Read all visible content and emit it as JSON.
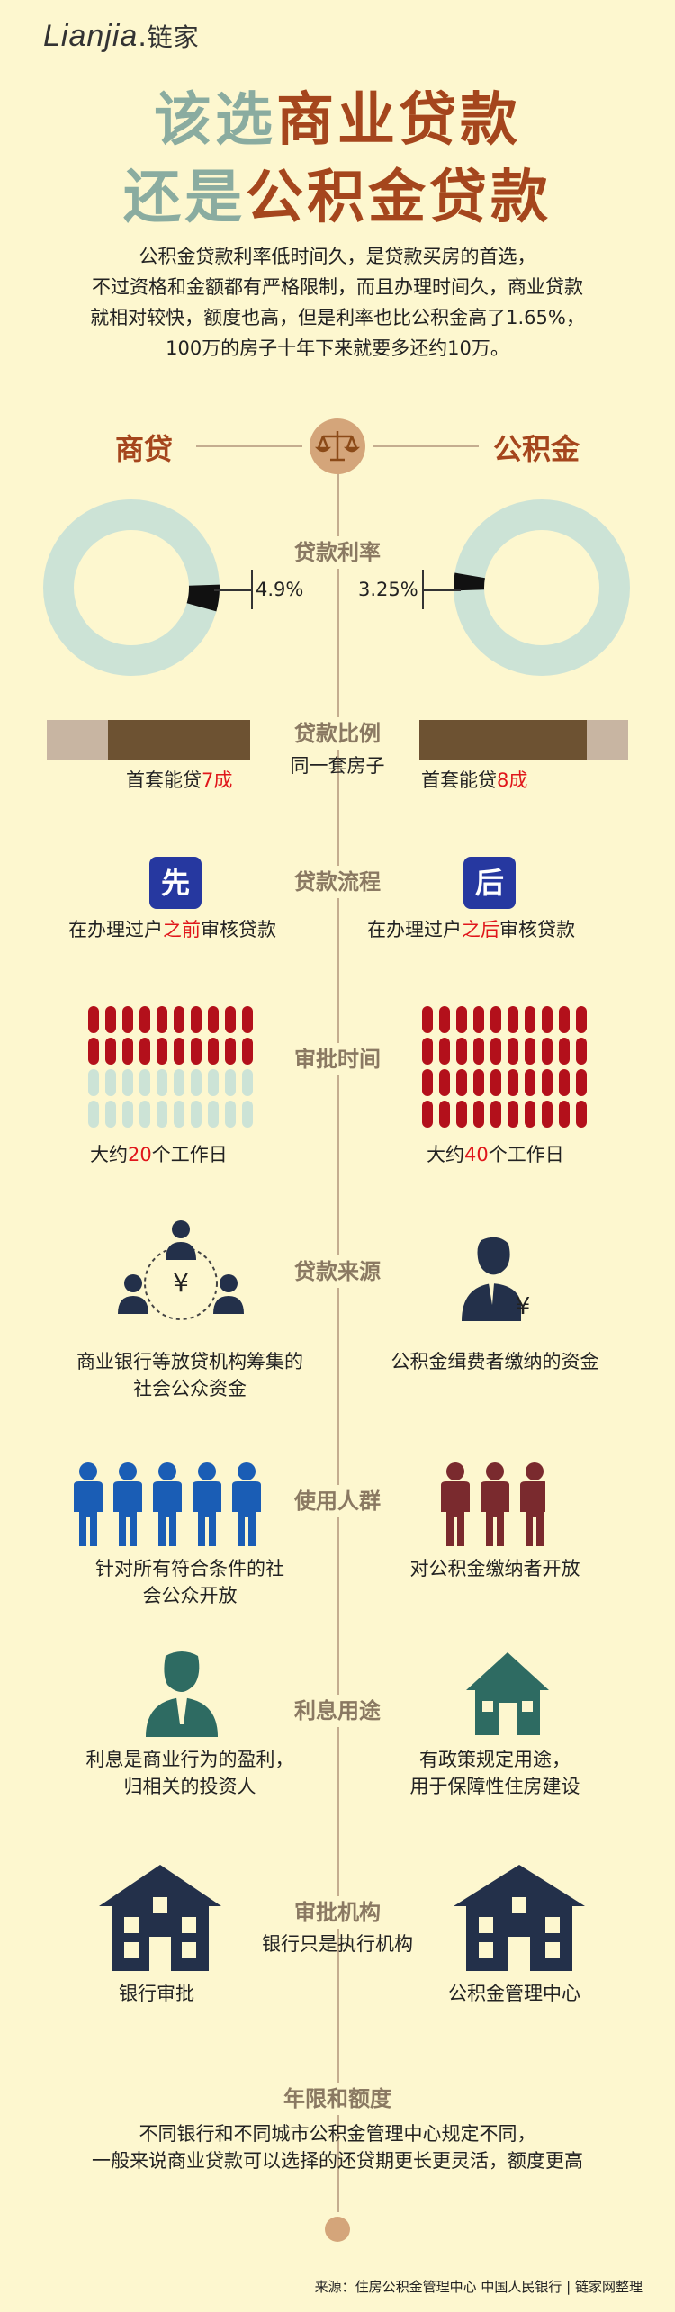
{
  "brand": {
    "logo_text": "Lianjia",
    "logo_cn": "链家"
  },
  "title": {
    "line1_gray": "该选",
    "line1_brown": "商业贷款",
    "line2_gray": "还是",
    "line2_brown": "公积金贷款"
  },
  "intro": [
    "公积金贷款利率低时间久，是贷款买房的首选，",
    "不过资格和金额都有严格限制，而且办理时间久，商业贷款",
    "就相对较快，额度也高，但是利率也比公积金高了1.65%，",
    "100万的房子十年下来就要多还约10万。"
  ],
  "columns": {
    "left": "商贷",
    "right": "公积金"
  },
  "colors": {
    "background": "#fdf7cf",
    "brown": "#a5461d",
    "ring": "#cce3d6",
    "red": "#e0161b",
    "navy": "#2638a0",
    "teal": "#2e6b62",
    "blue": "#1a5db5",
    "maroon": "#7a2a2e",
    "dark": "#23304a"
  },
  "rate": {
    "section": "贷款利率",
    "left_value": "4.9%",
    "right_value": "3.25%",
    "left_fraction": 0.049,
    "right_fraction": 0.0325
  },
  "ratio": {
    "section": "贷款比例",
    "middle": "同一套房子",
    "left_prefix": "首套能贷",
    "left_highlight": "7成",
    "left_fraction": 0.7,
    "right_prefix": "首套能贷",
    "right_highlight": "8成",
    "right_fraction": 0.8
  },
  "process": {
    "section": "贷款流程",
    "left_badge": "先",
    "right_badge": "后",
    "left_prefix": "在办理过户",
    "left_highlight": "之前",
    "left_suffix": "审核贷款",
    "right_prefix": "在办理过户",
    "right_highlight": "之后",
    "right_suffix": "审核贷款"
  },
  "approval": {
    "section": "审批时间",
    "left_prefix": "大约",
    "left_highlight": "20",
    "left_suffix": "个工作日",
    "left_days": 20,
    "right_prefix": "大约",
    "right_highlight": "40",
    "right_suffix": "个工作日",
    "right_days": 40
  },
  "source": {
    "section": "贷款来源",
    "left_icon": "people-network-yen-icon",
    "right_icon": "person-yen-icon",
    "left_line1": "商业银行等放贷机构筹集的",
    "left_line2": "社会公众资金",
    "right_text": "公积金缉费者缴纳的资金"
  },
  "users": {
    "section": "使用人群",
    "left_line1": "针对所有符合条件的社",
    "left_line2": "会公众开放",
    "right_text": "对公积金缴纳者开放"
  },
  "interest": {
    "section": "利息用途",
    "left_line1": "利息是商业行为的盈利，",
    "left_line2": "归相关的投资人",
    "right_line1": "有政策规定用途，",
    "right_line2": "用于保障性住房建设"
  },
  "institution": {
    "section": "审批机构",
    "middle": "银行只是执行机构",
    "left_text": "银行审批",
    "right_text": "公积金管理中心"
  },
  "term": {
    "section": "年限和额度",
    "line1": "不同银行和不同城市公积金管理中心规定不同，",
    "line2": "一般来说商业贷款可以选择的还贷期更长更灵活，额度更高"
  },
  "footer": {
    "source": "来源：住房公积金管理中心  中国人民银行 | 链家网整理"
  }
}
